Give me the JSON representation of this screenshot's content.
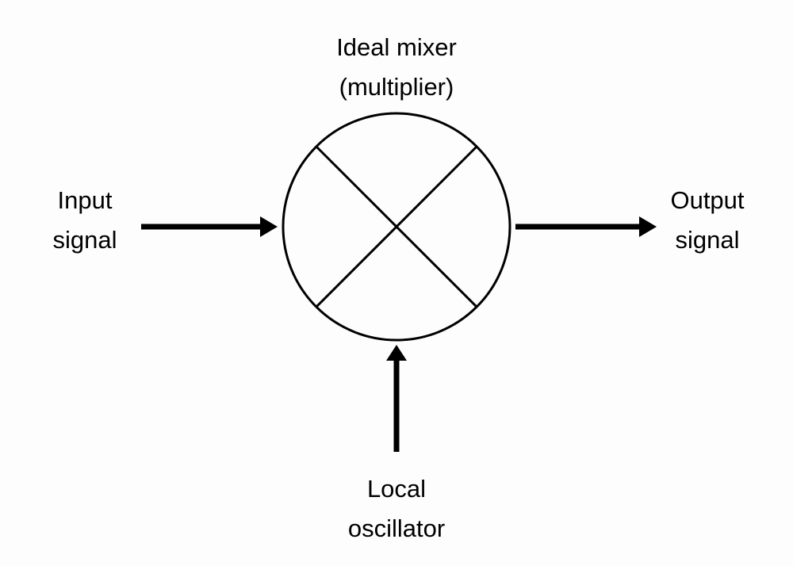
{
  "diagram": {
    "type": "block-diagram",
    "title": "Ideal mixer",
    "nodes": {
      "mixer": {
        "label_lines": [
          "Ideal mixer",
          "(multiplier)"
        ],
        "symbol": "circle-with-x"
      },
      "input": {
        "label_lines": [
          "Input",
          "signal"
        ]
      },
      "output": {
        "label_lines": [
          "Output",
          "signal"
        ]
      },
      "lo": {
        "label_lines": [
          "Local",
          "oscillator"
        ]
      }
    },
    "edges": [
      {
        "from": "input",
        "to": "mixer"
      },
      {
        "from": "lo",
        "to": "mixer"
      },
      {
        "from": "mixer",
        "to": "output"
      }
    ],
    "colors": {
      "stroke": "#000000",
      "background": "#fdfdfd"
    }
  }
}
